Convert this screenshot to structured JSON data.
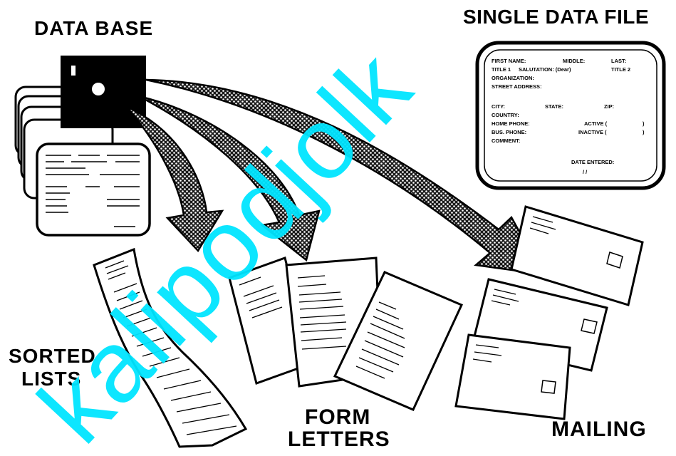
{
  "labels": {
    "database": "DATA BASE",
    "single_file": "SINGLE DATA FILE",
    "sorted_line1": "SORTED",
    "sorted_line2": "LISTS",
    "form_line1": "FORM",
    "form_line2": "LETTERS",
    "mailing": "MAILING"
  },
  "form": {
    "first_name": "FIRST NAME:",
    "middle": "MIDDLE:",
    "last": "LAST:",
    "title1": "TITLE 1",
    "salutation": "SALUTATION: (Dear)",
    "title2": "TITLE 2",
    "organization": "ORGANIZATION:",
    "street": "STREET ADDRESS:",
    "city": "CITY:",
    "state": "STATE:",
    "zip": "ZIP:",
    "country": "COUNTRY:",
    "home_phone": "HOME PHONE:",
    "active": "ACTIVE (",
    "bus_phone": "BUS. PHONE:",
    "inactive": "INACTIVE (",
    "close_paren": ")",
    "comment": "COMMENT:",
    "date_entered": "DATE ENTERED:",
    "date_slashes": "/        /"
  },
  "watermark": "kalipodjolk",
  "colors": {
    "ink": "#000000",
    "paper": "#ffffff",
    "watermark": "#00e5ff"
  }
}
